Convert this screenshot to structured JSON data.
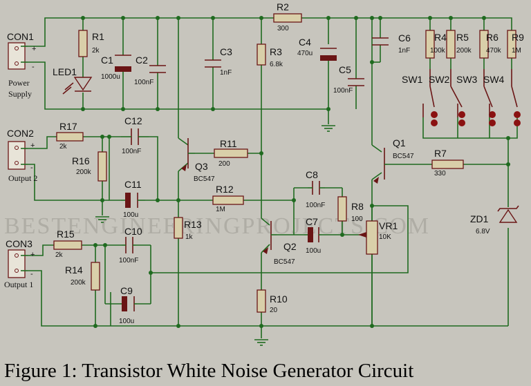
{
  "title": "Figure 1: Transistor White Noise Generator Circuit",
  "watermark": "BESTENGINEERINGPROJECTS.COM",
  "connectors": {
    "con1": {
      "ref": "CON1",
      "caption_line1": "Power",
      "caption_line2": "Supply",
      "plus": "+",
      "minus": "-"
    },
    "con2": {
      "ref": "CON2",
      "caption": "Output 2",
      "plus": "+",
      "minus": "-"
    },
    "con3": {
      "ref": "CON3",
      "caption": "Output 1",
      "plus": "+",
      "minus": "-"
    }
  },
  "components": {
    "r1": {
      "ref": "R1",
      "value": "2k"
    },
    "r2": {
      "ref": "R2",
      "value": "300"
    },
    "r3": {
      "ref": "R3",
      "value": "6.8k"
    },
    "r4": {
      "ref": "R4",
      "value": "100k"
    },
    "r5": {
      "ref": "R5",
      "value": "200k"
    },
    "r6": {
      "ref": "R6",
      "value": "470k"
    },
    "r7": {
      "ref": "R7",
      "value": "330"
    },
    "r8": {
      "ref": "R8",
      "value": "100"
    },
    "r9": {
      "ref": "R9",
      "value": "1M"
    },
    "r10": {
      "ref": "R10",
      "value": "20"
    },
    "r11": {
      "ref": "R11",
      "value": "200"
    },
    "r12": {
      "ref": "R12",
      "value": "1M"
    },
    "r13": {
      "ref": "R13",
      "value": "1k"
    },
    "r14": {
      "ref": "R14",
      "value": "200k"
    },
    "r15": {
      "ref": "R15",
      "value": "2k"
    },
    "r16": {
      "ref": "R16",
      "value": "200k"
    },
    "r17": {
      "ref": "R17",
      "value": "2k"
    },
    "c1": {
      "ref": "C1",
      "value": "1000u"
    },
    "c2": {
      "ref": "C2",
      "value": "100nF"
    },
    "c3": {
      "ref": "C3",
      "value": "1nF"
    },
    "c4": {
      "ref": "C4",
      "value": "470u"
    },
    "c5": {
      "ref": "C5",
      "value": "100nF"
    },
    "c6": {
      "ref": "C6",
      "value": "1nF"
    },
    "c7": {
      "ref": "C7",
      "value": "100u"
    },
    "c8": {
      "ref": "C8",
      "value": "100nF"
    },
    "c9": {
      "ref": "C9",
      "value": "100u"
    },
    "c10": {
      "ref": "C10",
      "value": "100nF"
    },
    "c11": {
      "ref": "C11",
      "value": "100u"
    },
    "c12": {
      "ref": "C12",
      "value": "100nF"
    },
    "q1": {
      "ref": "Q1",
      "value": "BC547"
    },
    "q2": {
      "ref": "Q2",
      "value": "BC547"
    },
    "q3": {
      "ref": "Q3",
      "value": "BC547"
    },
    "vr1": {
      "ref": "VR1",
      "value": "10K"
    },
    "zd1": {
      "ref": "ZD1",
      "value": "6.8V"
    },
    "led1": {
      "ref": "LED1"
    },
    "sw1": {
      "ref": "SW1"
    },
    "sw2": {
      "ref": "SW2"
    },
    "sw3": {
      "ref": "SW3"
    },
    "sw4": {
      "ref": "SW4"
    }
  }
}
